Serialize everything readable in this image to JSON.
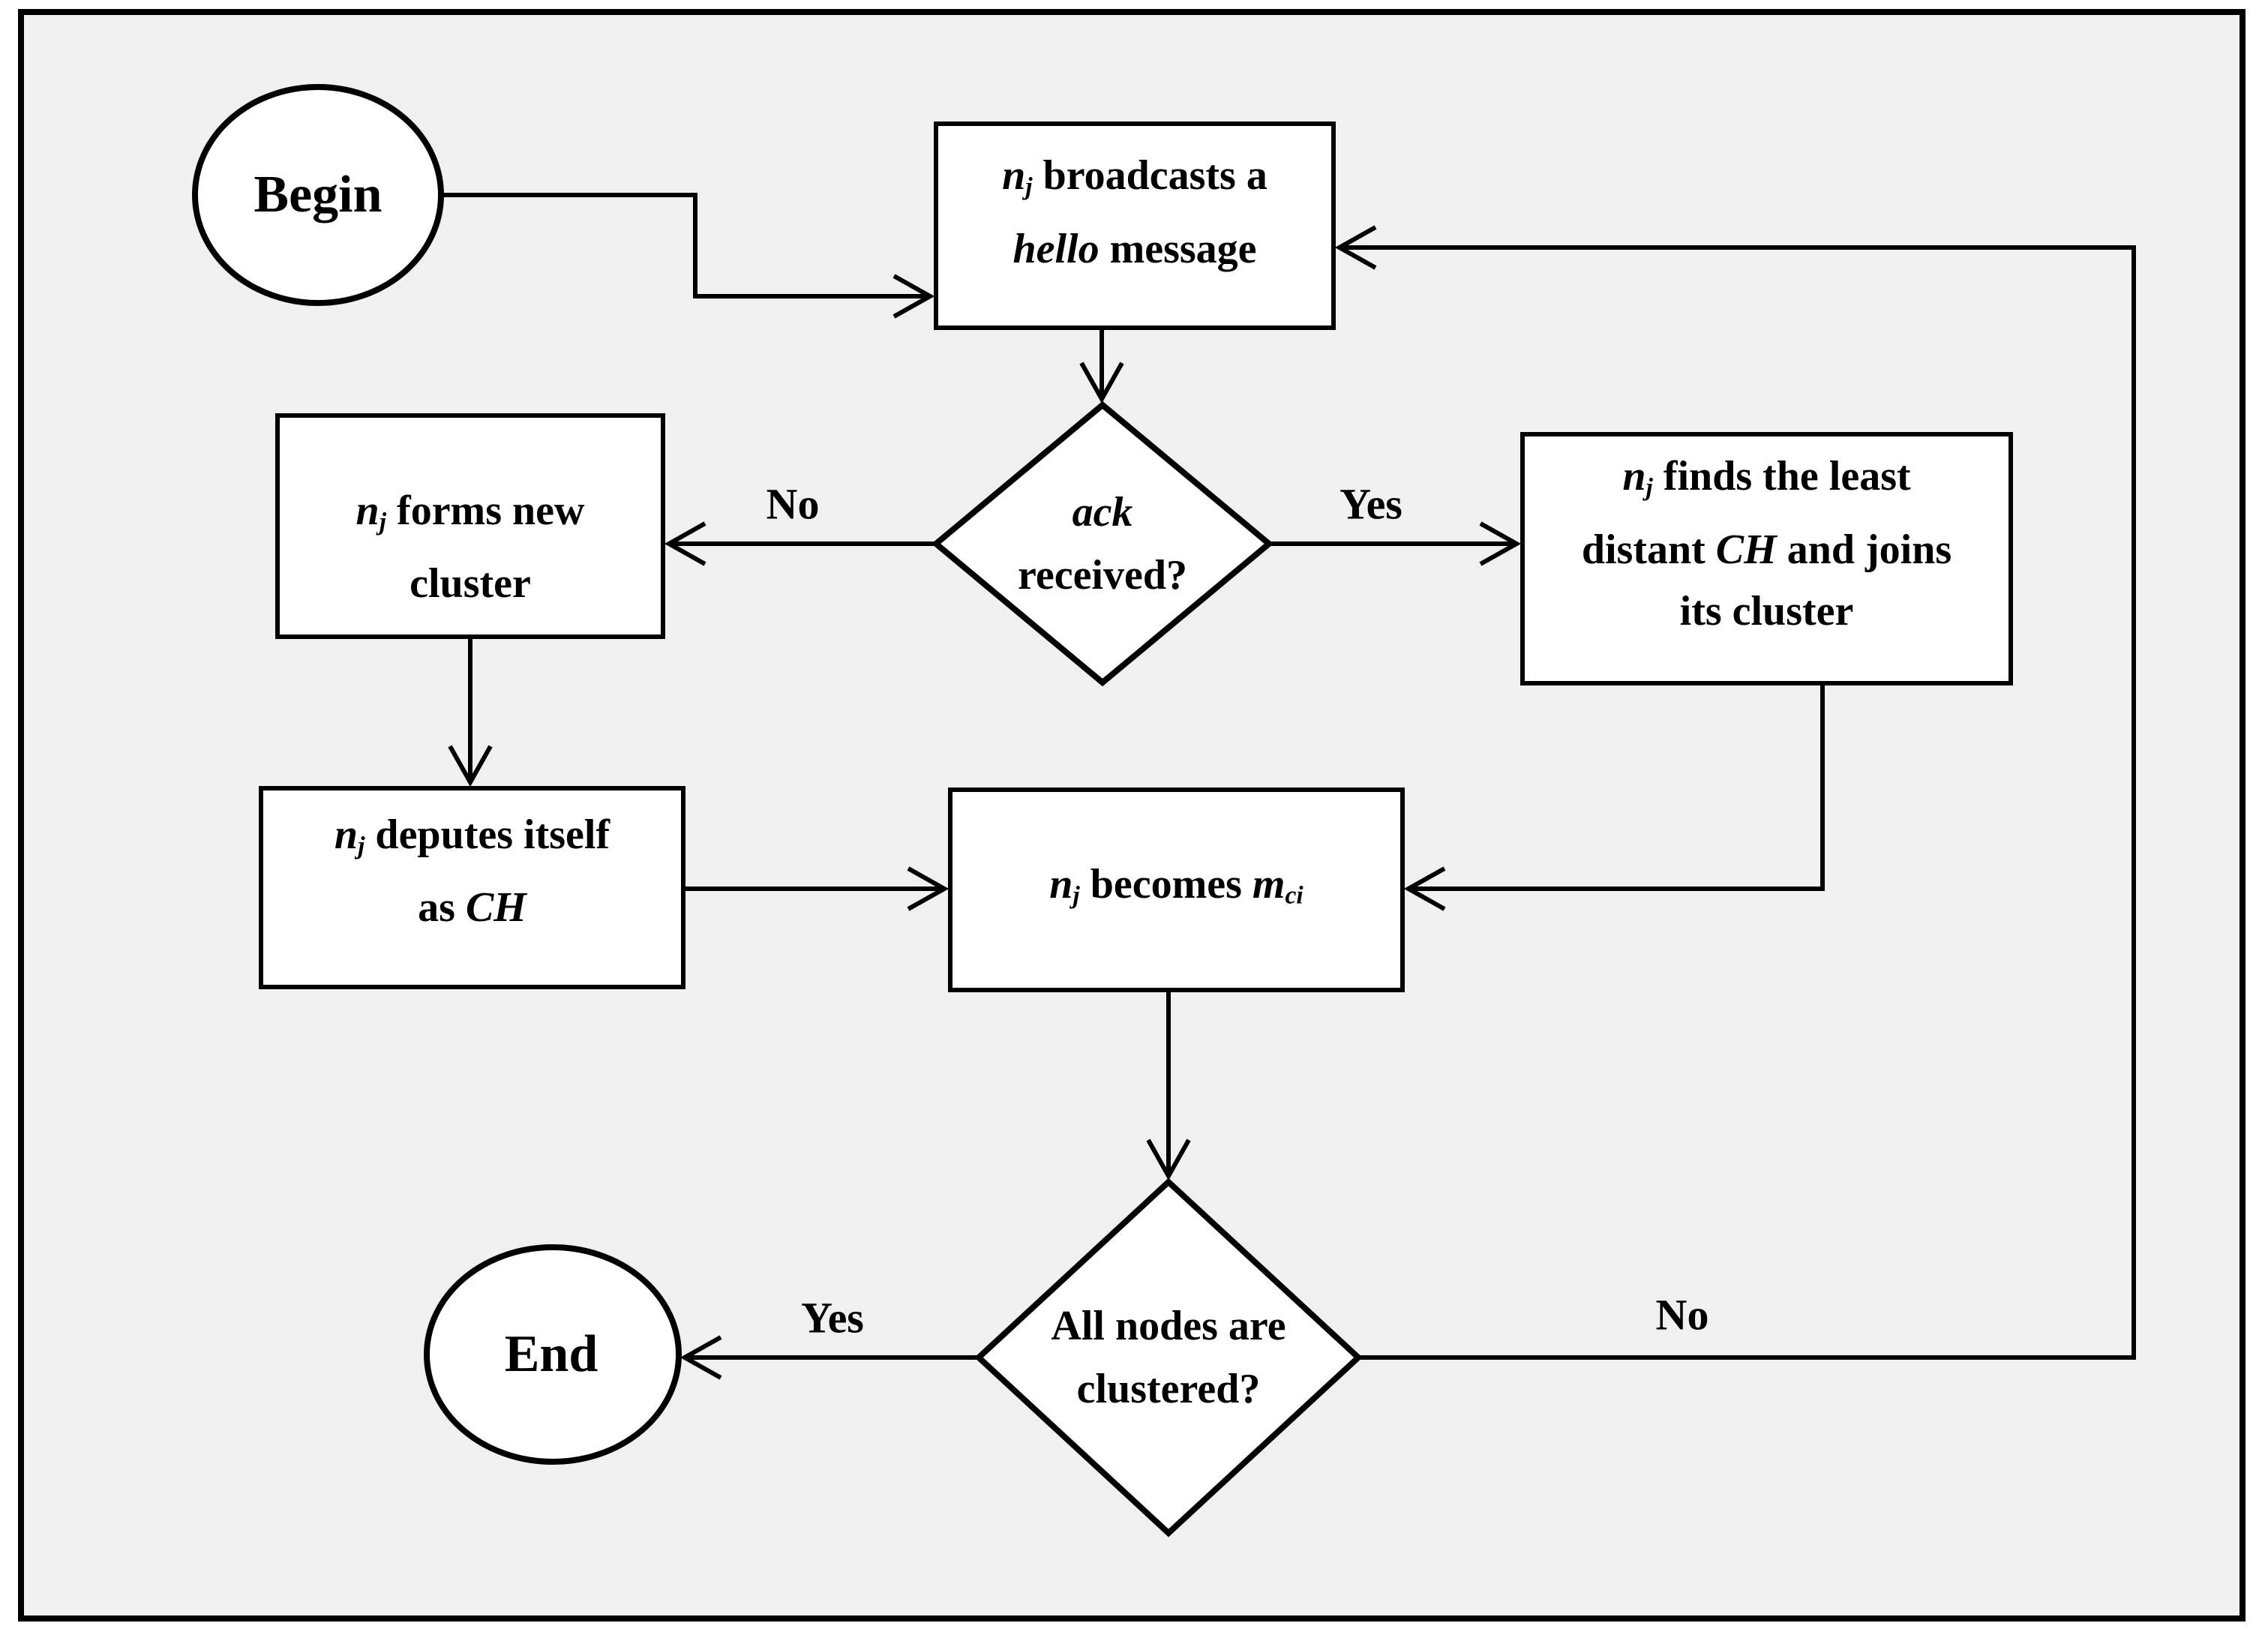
{
  "figure": {
    "background_outer": "#ffffff",
    "background_inner": "#f0f0f0",
    "line_color": "#000000",
    "shape_fill": "#ffffff"
  },
  "nodes": {
    "begin": {
      "label": "Begin"
    },
    "broadcast": {
      "n": "n",
      "n_sub": "j",
      "line1_rest": " broadcasts a",
      "hello": "hello",
      "line2_rest": " message"
    },
    "ack_decision": {
      "line1": "ack",
      "line2": "received?"
    },
    "forms": {
      "n": "n",
      "n_sub": "j",
      "line1_rest": " forms new",
      "line2": "cluster"
    },
    "finds": {
      "n": "n",
      "n_sub": "j",
      "line1_rest": " finds the least",
      "line2_pre": "distant ",
      "ch": "CH",
      "line2_rest": " and joins",
      "line3": "its cluster"
    },
    "deputes": {
      "n": "n",
      "n_sub": "j",
      "line1_rest": " deputes itself",
      "line2_pre": "as ",
      "ch": "CH"
    },
    "becomes": {
      "n": "n",
      "n_sub": "j",
      "mid": " becomes ",
      "m": "m",
      "m_sub": "ci"
    },
    "clustered_decision": {
      "line1": "All nodes are",
      "line2": "clustered?"
    },
    "end": {
      "label": "End"
    }
  },
  "edge_labels": {
    "ack_no": "No",
    "ack_yes": "Yes",
    "clustered_yes": "Yes",
    "clustered_no": "No"
  }
}
